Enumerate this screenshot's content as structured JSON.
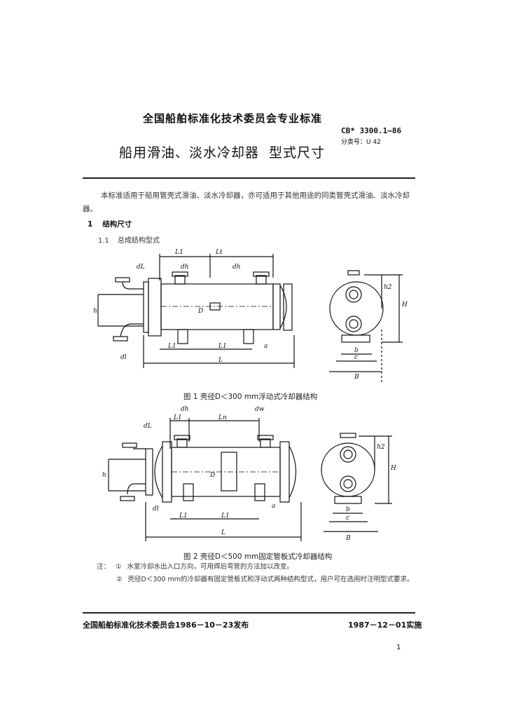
{
  "header": {
    "org": "全国船舶标准化技术委员会专业标准",
    "std_code": "CB* 3300.1—86",
    "classification": "分类号：U 42",
    "title_part1": "船用滑油、淡水冷却器",
    "title_part2": "型式尺寸"
  },
  "body": {
    "intro": "本标准适用于船用管壳式滑油、淡水冷却器，亦可适用于其他用途的同类管壳式滑油、淡水冷却器。",
    "section1_num": "1",
    "section1_title": "结构尺寸",
    "section11_num": "1.1",
    "section11_title": "总成结构型式"
  },
  "figure1": {
    "caption": "图 1   壳径D＜300 mm浮动式冷却器结构",
    "labels": {
      "dL": "dL",
      "dh": "dh",
      "dh2": "dh",
      "dl": "dl",
      "L1_top": "L1",
      "Lt_top": "Lt",
      "h": "h",
      "D": "D",
      "Lb": "L1",
      "Lt_bot": "L1",
      "a": "a",
      "L": "L",
      "h2": "h2",
      "H": "H",
      "b": "b",
      "c": "c",
      "B": "B"
    }
  },
  "figure2": {
    "caption": "图 2   壳径D＜500 mm固定管板式冷却器结构",
    "labels": {
      "dh": "dh",
      "dw": "dw",
      "dL": "dL",
      "dl": "dl",
      "L1_top": "L1",
      "Ln_top": "Ln",
      "h": "h",
      "D": "D",
      "L1_bot": "L1",
      "Lt_bot": "L1",
      "a": "a",
      "L": "L",
      "h2": "h2",
      "H": "H",
      "b": "b",
      "c": "c",
      "B": "B"
    }
  },
  "notes": {
    "label": "注：",
    "n1_mark": "①",
    "n1": "水室冷却水出入口方向，可用焊后弯管的方法加以改变。",
    "n2_mark": "②",
    "n2": "壳径D＜300 mm的冷却器有固定管板式和浮动式两种结构型式，用户可在选用时注明型式要求。"
  },
  "footer": {
    "issued": "全国船舶标准化技术委员会1986－10－23发布",
    "effective": "1987－12－01实施",
    "page": "1"
  }
}
